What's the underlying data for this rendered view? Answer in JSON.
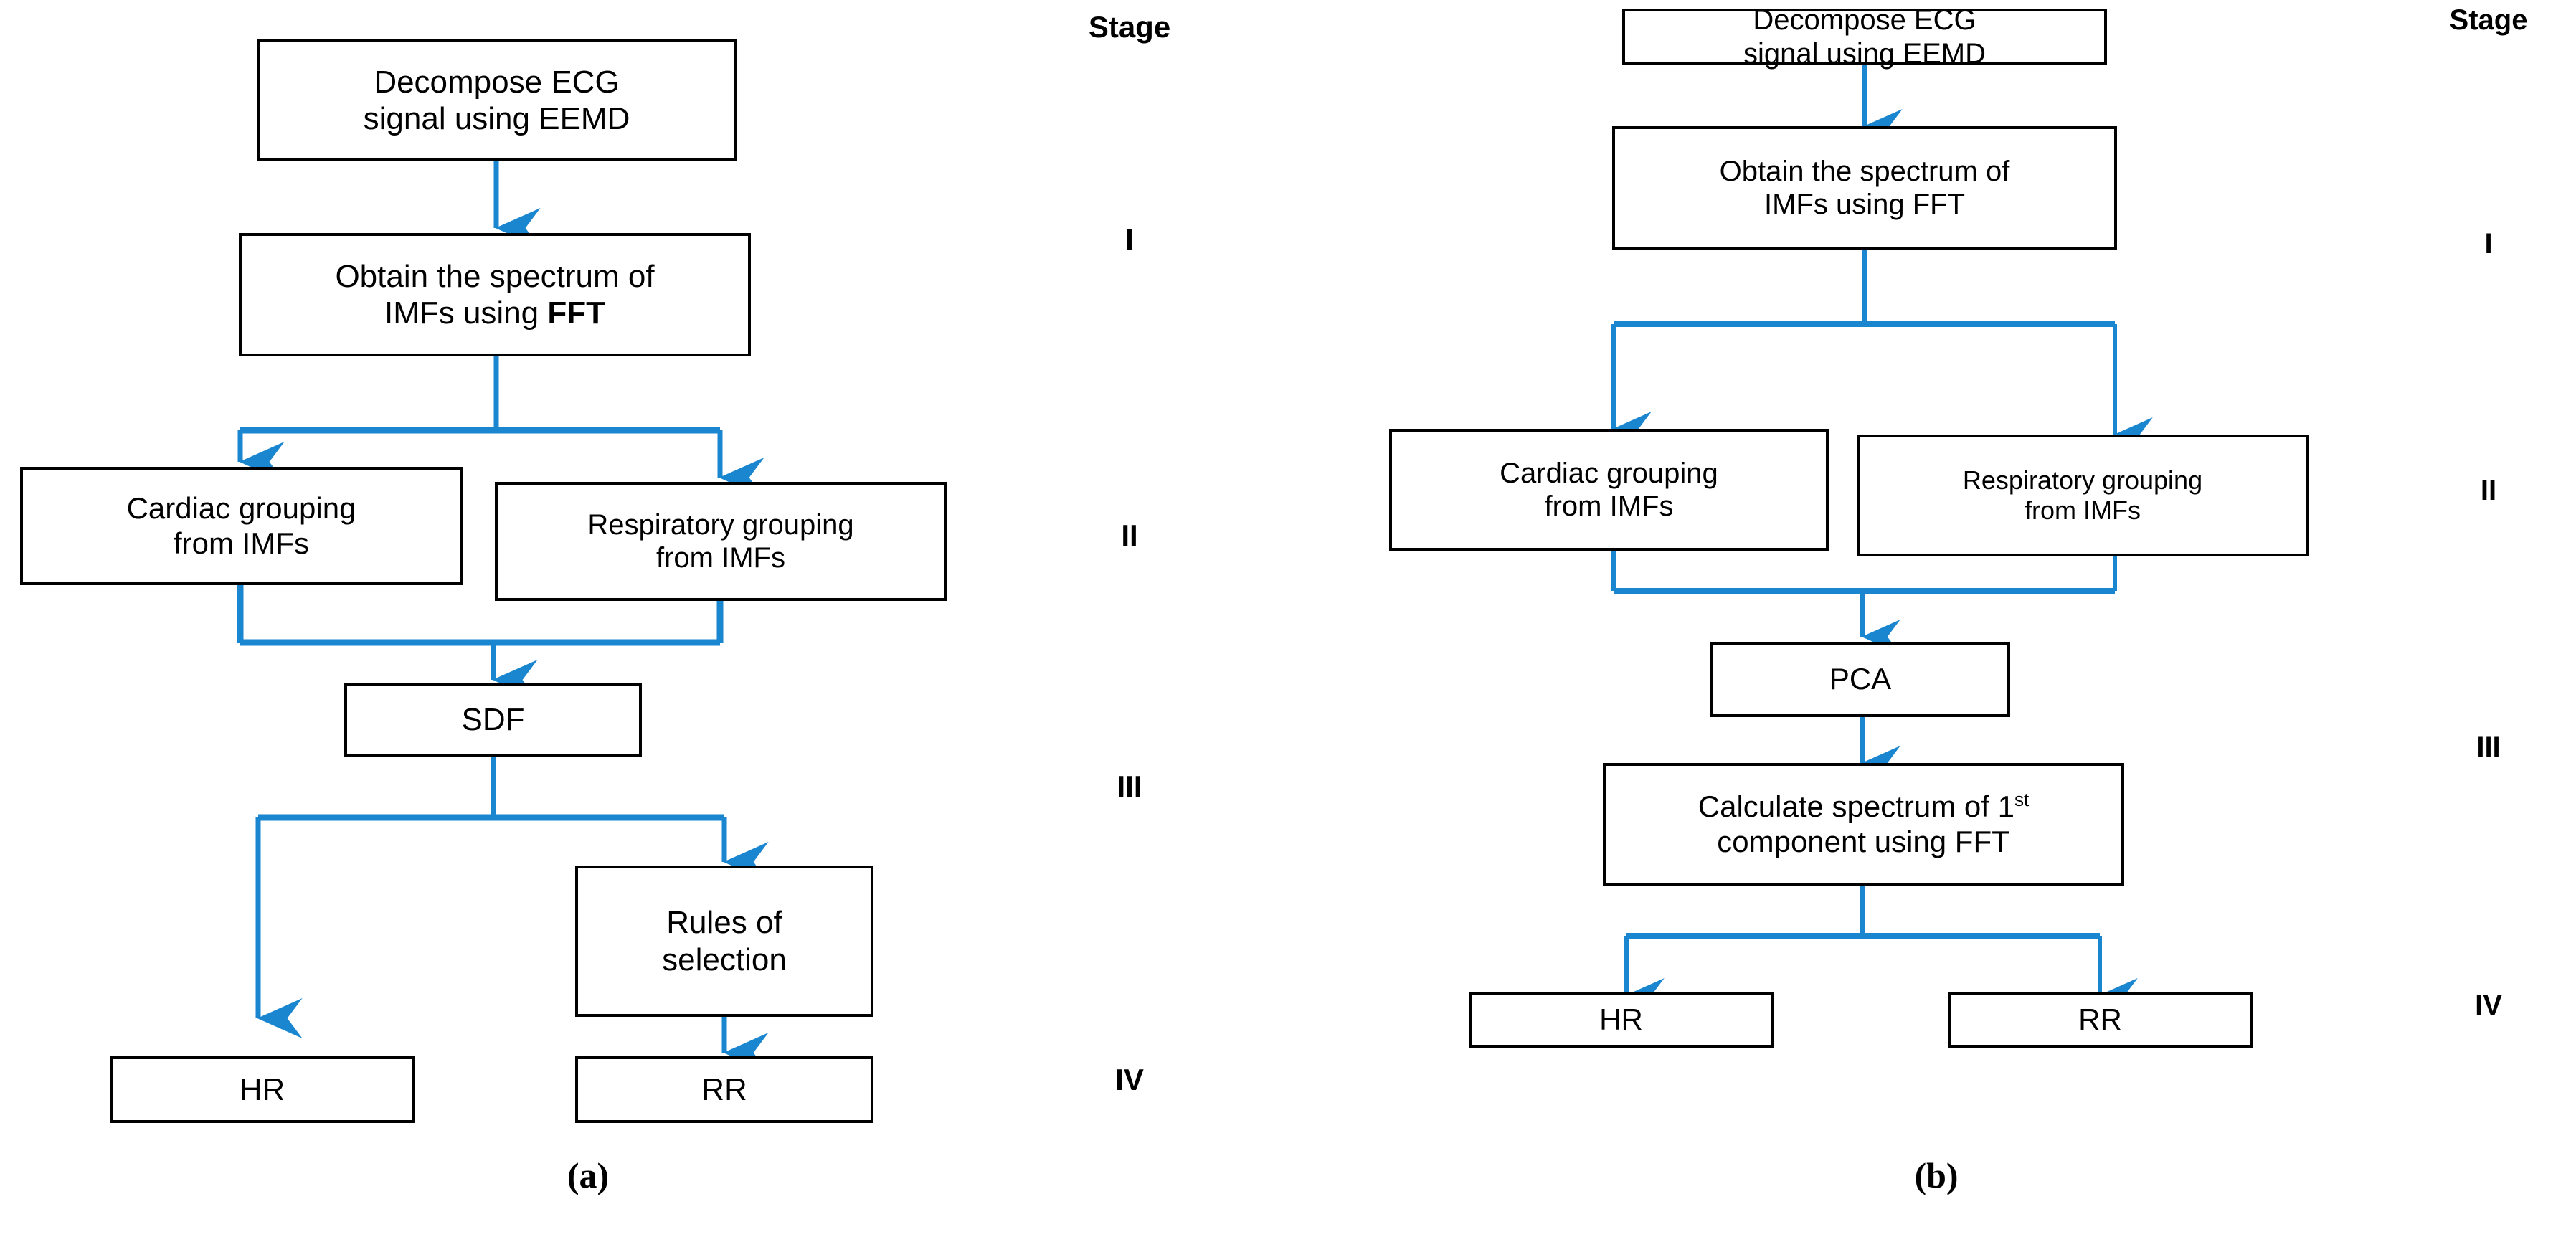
{
  "figure": {
    "title_absent": true,
    "stage_header_label": "Stage",
    "accent_color": "#1a86d0",
    "box_border_color": "#000000",
    "text_color": "#000000",
    "background_color": "#ffffff"
  },
  "panel_a": {
    "caption": "(a)",
    "stage_header": "Stage",
    "stages": [
      {
        "numeral": "I"
      },
      {
        "numeral": "II"
      },
      {
        "numeral": "III"
      },
      {
        "numeral": "IV"
      }
    ],
    "nodes": {
      "decompose": {
        "line1": "Decompose ECG",
        "line2": "signal using EEMD"
      },
      "spectrum": {
        "line1": "Obtain the spectrum of",
        "line2_pre": "IMFs using ",
        "line2_bold": "FFT"
      },
      "cardiac": {
        "line1": "Cardiac grouping",
        "line2": "from IMFs"
      },
      "respiratory": {
        "line1": "Respiratory grouping",
        "line2": "from IMFs"
      },
      "sdf": {
        "line1": "SDF"
      },
      "rules": {
        "line1": "Rules of",
        "line2": "selection"
      },
      "hr": {
        "line1": "HR"
      },
      "rr": {
        "line1": "RR"
      }
    }
  },
  "panel_b": {
    "caption": "(b)",
    "stage_header": "Stage",
    "stages": [
      {
        "numeral": "I"
      },
      {
        "numeral": "II"
      },
      {
        "numeral": "III"
      },
      {
        "numeral": "IV"
      }
    ],
    "nodes": {
      "decompose": {
        "line1": "Decompose ECG",
        "line2": "signal using EEMD"
      },
      "spectrum": {
        "line1": "Obtain the spectrum of",
        "line2": "IMFs using FFT"
      },
      "cardiac": {
        "line1": "Cardiac grouping",
        "line2": "from IMFs"
      },
      "respiratory": {
        "line1": "Respiratory grouping",
        "line2": "from IMFs"
      },
      "pca": {
        "line1": "PCA"
      },
      "calcspec": {
        "line1_pre": "Calculate spectrum of 1",
        "line1_sup": "st",
        "line2": "component using FFT"
      },
      "hr": {
        "line1": "HR"
      },
      "rr": {
        "line1": "RR"
      }
    }
  }
}
